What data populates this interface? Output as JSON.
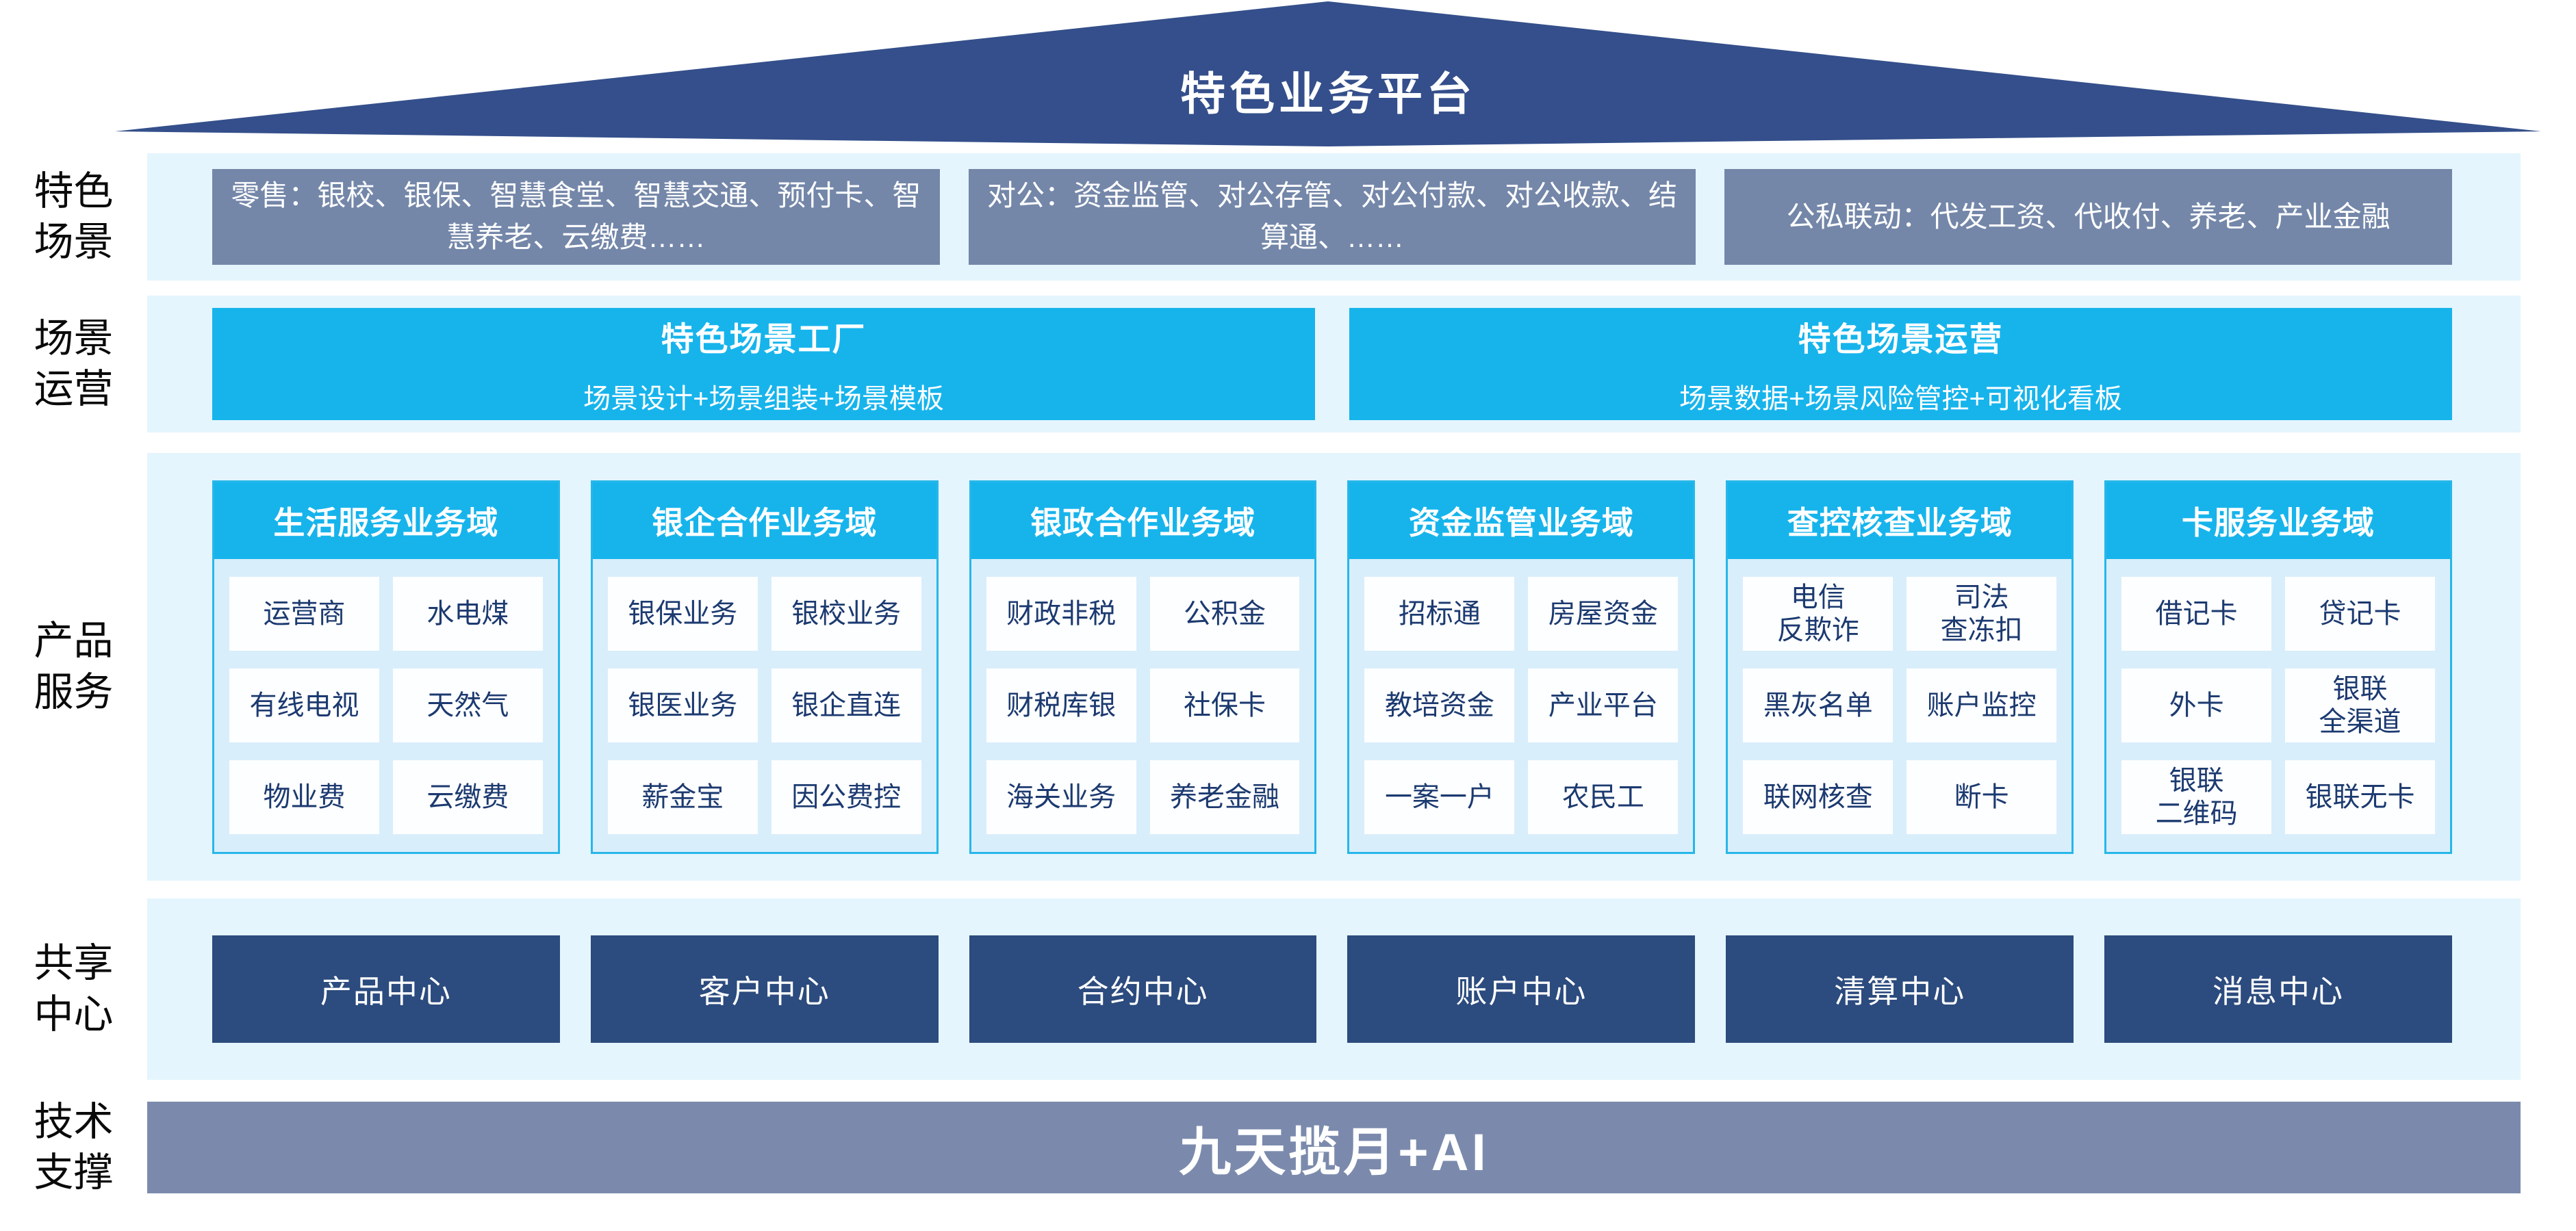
{
  "title": "特色业务平台",
  "colors": {
    "roof_navy": "#344f8b",
    "row_bg": "#e4f5fd",
    "slate_blue_box": "#7487a9",
    "cyan_accent": "#17b4ec",
    "domain_border": "#27b7e9",
    "domain_body_bg": "#d9eefb",
    "cell_text_navy": "#1c3a70",
    "center_box_navy": "#2c4b7e",
    "tech_banner_slate": "#7b8aac"
  },
  "scene_row": {
    "label": "特色场景",
    "items": [
      "零售：银校、银保、智慧食堂、智慧交通、预付卡、智慧养老、云缴费……",
      "对公：资金监管、对公存管、对公付款、对公收款、结算通、……",
      "公私联动：代发工资、代收付、养老、产业金融"
    ]
  },
  "operation_row": {
    "label": "场景运营",
    "boxes": [
      {
        "title": "特色场景工厂",
        "subtitle": "场景设计+场景组装+场景模板"
      },
      {
        "title": "特色场景运营",
        "subtitle": "场景数据+场景风险管控+可视化看板"
      }
    ]
  },
  "product_row": {
    "label": "产品服务",
    "domains": [
      {
        "title": "生活服务业务域",
        "cells": [
          "运营商",
          "水电煤",
          "有线电视",
          "天然气",
          "物业费",
          "云缴费"
        ]
      },
      {
        "title": "银企合作业务域",
        "cells": [
          "银保业务",
          "银校业务",
          "银医业务",
          "银企直连",
          "薪金宝",
          "因公费控"
        ]
      },
      {
        "title": "银政合作业务域",
        "cells": [
          "财政非税",
          "公积金",
          "财税库银",
          "社保卡",
          "海关业务",
          "养老金融"
        ]
      },
      {
        "title": "资金监管业务域",
        "cells": [
          "招标通",
          "房屋资金",
          "教培资金",
          "产业平台",
          "一案一户",
          "农民工"
        ]
      },
      {
        "title": "查控核查业务域",
        "cells": [
          "电信\n反欺诈",
          "司法\n查冻扣",
          "黑灰名单",
          "账户监控",
          "联网核查",
          "断卡"
        ]
      },
      {
        "title": "卡服务业务域",
        "cells": [
          "借记卡",
          "贷记卡",
          "外卡",
          "银联\n全渠道",
          "银联\n二维码",
          "银联无卡"
        ]
      }
    ]
  },
  "shared_row": {
    "label": "共享中心",
    "centers": [
      "产品中心",
      "客户中心",
      "合约中心",
      "账户中心",
      "清算中心",
      "消息中心"
    ]
  },
  "tech_row": {
    "label": "技术支撑",
    "banner": "九天揽月+AI"
  }
}
